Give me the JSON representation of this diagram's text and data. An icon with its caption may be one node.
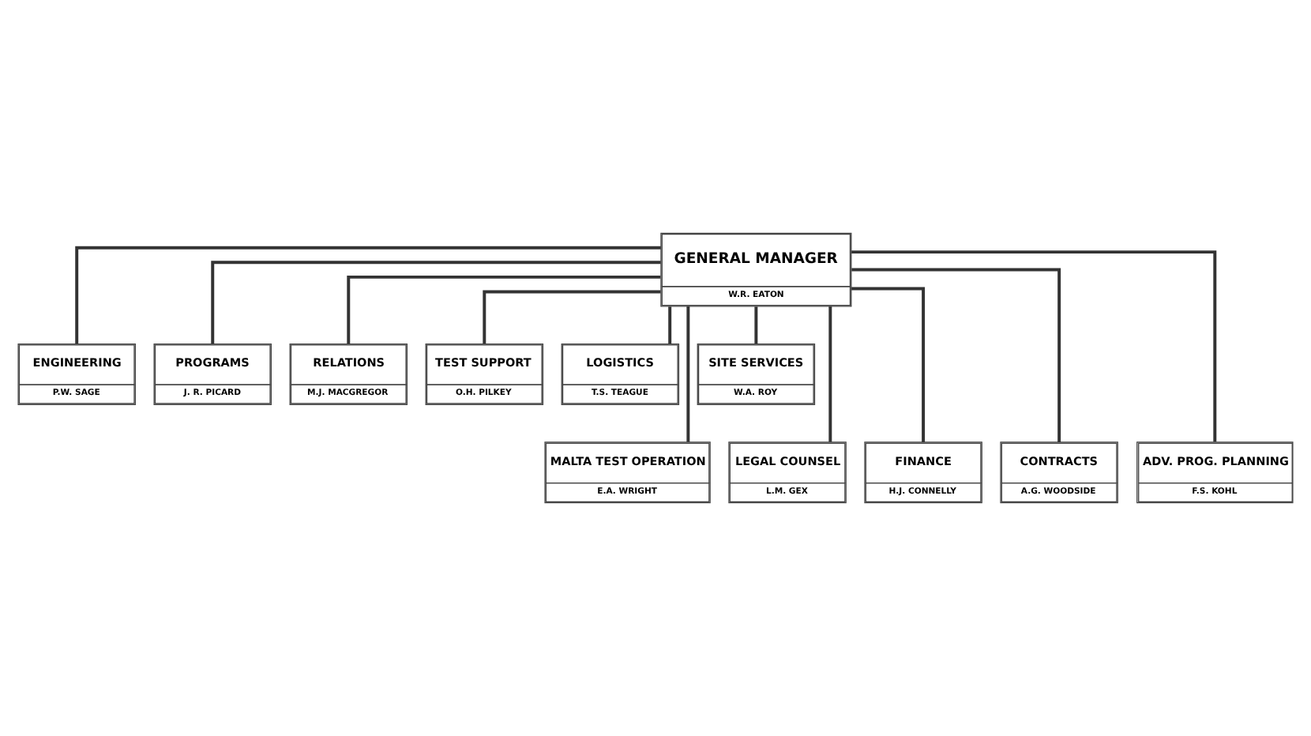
{
  "diagram": {
    "nodes": [
      {
        "text": [
          "GENERAL MANAGER",
          "W.R. EATON"
        ]
      },
      {
        "text": [
          "ENGINEERING",
          "P.W. SAGE"
        ]
      },
      {
        "text": [
          "PROGRAMS",
          "J. R. PICARD"
        ]
      },
      {
        "text": [
          "RELATIONS",
          "M.J. MACGREGOR"
        ]
      },
      {
        "text": [
          "TEST SUPPORT",
          "O.H. PILKEY"
        ]
      },
      {
        "text": [
          "LOGISTICS",
          "T.S. TEAGUE"
        ]
      },
      {
        "text": [
          "SITE SERVICES",
          "W.A. ROY"
        ]
      },
      {
        "text": [
          "MALTA TEST OPERATION",
          "E.A. WRIGHT"
        ]
      },
      {
        "text": [
          "LEGAL COUNSEL",
          "L.M. GEX"
        ]
      },
      {
        "text": [
          "FINANCE",
          "H.J. CONNELLY"
        ]
      },
      {
        "text": [
          "CONTRACTS",
          "A.G. WOODSIDE"
        ]
      },
      {
        "text": [
          "ADV. PROG. PLANNING",
          "F.S. KOHL"
        ]
      }
    ],
    "edges": [
      {
        "from": 0,
        "to": 1,
        "arrow": "none"
      },
      {
        "from": 0,
        "to": 2,
        "arrow": "none"
      },
      {
        "from": 0,
        "to": 3,
        "arrow": "none"
      },
      {
        "from": 0,
        "to": 4,
        "arrow": "none"
      },
      {
        "from": 0,
        "to": 5,
        "arrow": "none"
      },
      {
        "from": 0,
        "to": 6,
        "arrow": "none"
      },
      {
        "from": 0,
        "to": 7,
        "arrow": "none"
      },
      {
        "from": 0,
        "to": 8,
        "arrow": "none"
      },
      {
        "from": 0,
        "to": 9,
        "arrow": "none"
      },
      {
        "from": 0,
        "to": 10,
        "arrow": "none"
      },
      {
        "from": 0,
        "to": 11,
        "arrow": "none"
      }
    ]
  }
}
